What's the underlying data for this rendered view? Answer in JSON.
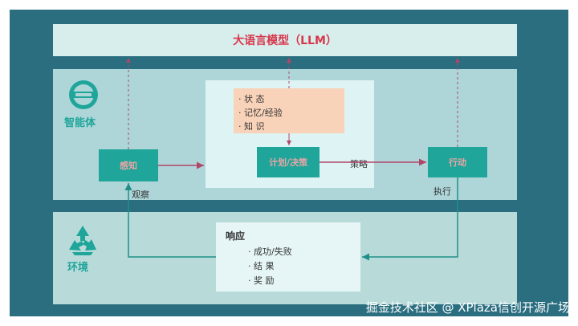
{
  "llm": {
    "title": "大语言模型（LLM）"
  },
  "agent": {
    "label": "智能体"
  },
  "environment": {
    "label": "环境"
  },
  "memory": {
    "items": [
      "· 状 态",
      "· 记忆/经验",
      "· 知 识"
    ]
  },
  "nodes": {
    "perception": "感知",
    "planning": "计划/决策",
    "action": "行动"
  },
  "labels": {
    "observe": "观察",
    "strategy": "策略",
    "execute": "执行"
  },
  "response": {
    "title": "响应",
    "items": [
      "· 成功/失败",
      "· 结 果",
      "· 奖 励"
    ]
  },
  "footer": {
    "text": "掘金技术社区 @ XPlaza信创开源广场"
  },
  "colors": {
    "frame": "#2a6e80",
    "llm_band": "#d7eeec",
    "agent_band": "#aed6d8",
    "env_band": "#b8dbda",
    "node": "#1fa59a",
    "arrow": "#b0476a",
    "llm_text": "#d9364c"
  },
  "icons": {
    "agent": "robot-head-icon",
    "environment": "recycle-icon"
  }
}
